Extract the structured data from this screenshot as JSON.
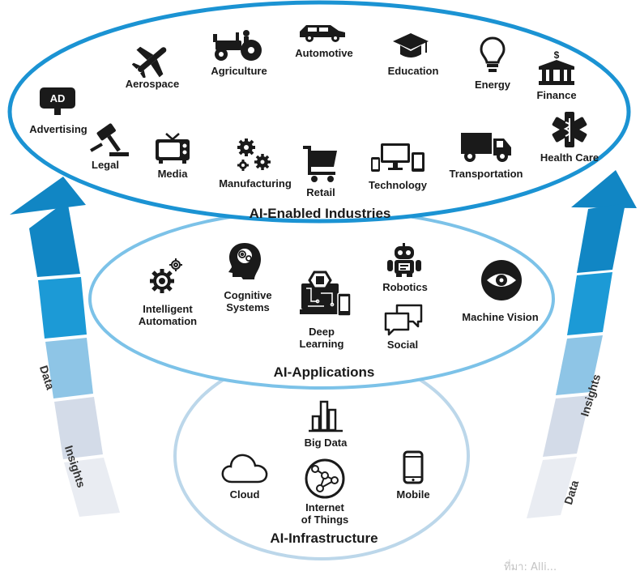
{
  "colors": {
    "ring_industries": "#1b93d3",
    "ring_applications": "#7cc2e8",
    "ring_infrastructure": "#bcd7ea",
    "icon": "#1a1a1a",
    "arrow_top": "#1186c4",
    "arrow_bottom": "#eceef1"
  },
  "industries": {
    "title": "AI-Enabled Industries",
    "items": [
      {
        "label": "Advertising",
        "icon": "ad-icon",
        "icon_text": "AD"
      },
      {
        "label": "Aerospace",
        "icon": "airplane-icon"
      },
      {
        "label": "Agriculture",
        "icon": "tractor-icon"
      },
      {
        "label": "Automotive",
        "icon": "car-icon"
      },
      {
        "label": "Education",
        "icon": "graduation-cap-icon"
      },
      {
        "label": "Energy",
        "icon": "lightbulb-icon"
      },
      {
        "label": "Finance",
        "icon": "bank-icon"
      },
      {
        "label": "Legal",
        "icon": "gavel-icon"
      },
      {
        "label": "Media",
        "icon": "tv-icon"
      },
      {
        "label": "Manufacturing",
        "icon": "gears-icon"
      },
      {
        "label": "Retail",
        "icon": "shopping-cart-icon"
      },
      {
        "label": "Technology",
        "icon": "devices-icon"
      },
      {
        "label": "Transportation",
        "icon": "truck-icon"
      },
      {
        "label": "Health Care",
        "icon": "medical-icon"
      }
    ]
  },
  "applications": {
    "title": "AI-Applications",
    "items": [
      {
        "label": "Intelligent\nAutomation",
        "icon": "gears-automation-icon"
      },
      {
        "label": "Cognitive\nSystems",
        "icon": "brain-head-icon"
      },
      {
        "label": "Deep\nLearning",
        "icon": "chip-circuit-icon"
      },
      {
        "label": "Robotics",
        "icon": "robot-icon"
      },
      {
        "label": "Social",
        "icon": "chat-bubbles-icon"
      },
      {
        "label": "Machine Vision",
        "icon": "eye-icon"
      }
    ]
  },
  "infrastructure": {
    "title": "AI-Infrastructure",
    "items": [
      {
        "label": "Big Data",
        "icon": "bar-chart-icon"
      },
      {
        "label": "Cloud",
        "icon": "cloud-icon"
      },
      {
        "label": "Internet\nof Things",
        "icon": "network-icon"
      },
      {
        "label": "Mobile",
        "icon": "smartphone-icon"
      }
    ]
  },
  "arrows": {
    "left": {
      "data_label": "Data",
      "insights_label": "Insights"
    },
    "right": {
      "data_label": "Data",
      "insights_label": "Insights"
    }
  },
  "watermark": "ที่มา: Alli..."
}
